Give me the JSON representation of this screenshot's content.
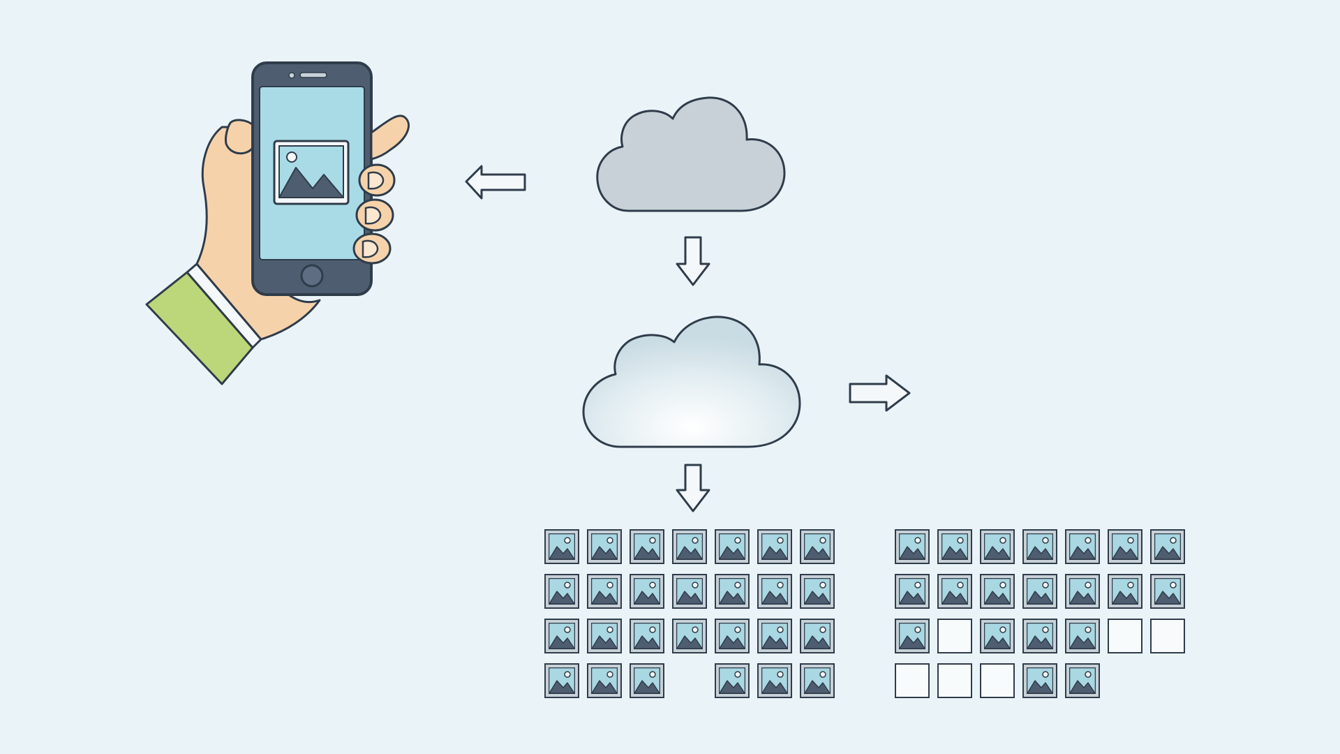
{
  "colors": {
    "background": "#eaf4f8",
    "outline": "#2f3c4a",
    "cloud_top_fill": "#c7d1d7",
    "cloud_bottom_fill": "#d3e3ea",
    "phone_body": "#4f5d71",
    "phone_screen": "#a9dbe6",
    "skin": "#f6d2ab",
    "sleeve": "#bcd779",
    "cuff": "#f4f8fa",
    "tile_frame": "#c7d1d7",
    "tile_photo": "#a9d7e2"
  },
  "icons": {
    "hand": "hand-holding-phone",
    "phone": "smartphone-icon",
    "photo": "image-icon",
    "cloud": "cloud-icon",
    "arrow": "outline-arrow-icon"
  },
  "grids": {
    "left": {
      "rows": [
        [
          "photo",
          "photo",
          "photo",
          "photo",
          "photo",
          "photo",
          "photo"
        ],
        [
          "photo",
          "photo",
          "photo",
          "photo",
          "photo",
          "photo",
          "photo"
        ],
        [
          "photo",
          "photo",
          "photo",
          "photo",
          "photo",
          "photo",
          "photo"
        ],
        [
          "photo",
          "photo",
          "photo",
          "none",
          "photo",
          "photo",
          "photo"
        ]
      ]
    },
    "right": {
      "rows": [
        [
          "photo",
          "photo",
          "photo",
          "photo",
          "photo",
          "photo",
          "photo"
        ],
        [
          "photo",
          "photo",
          "photo",
          "photo",
          "photo",
          "photo",
          "photo"
        ],
        [
          "photo",
          "empty",
          "photo",
          "photo",
          "photo",
          "empty",
          "empty"
        ],
        [
          "empty",
          "empty",
          "empty",
          "photo",
          "photo",
          "none",
          "none"
        ]
      ]
    }
  }
}
